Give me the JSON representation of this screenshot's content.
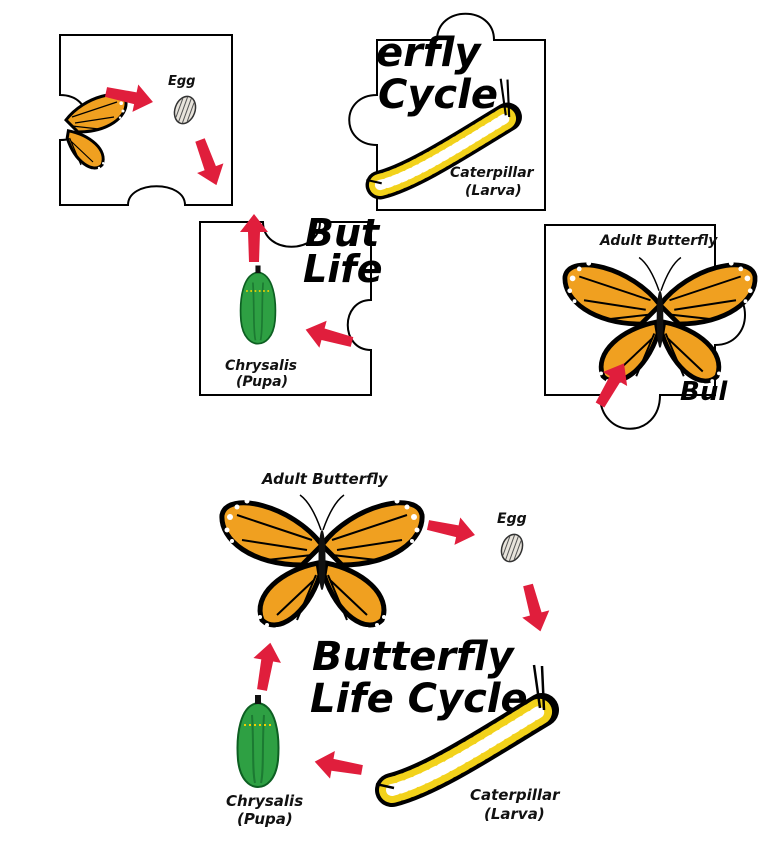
{
  "labels": {
    "adult": "Adult Butterfly",
    "egg": "Egg",
    "caterpillar_1": "Caterpillar",
    "caterpillar_2": "(Larva)",
    "chrysalis_1": "Chrysalis",
    "chrysalis_2": "(Pupa)",
    "title_1": "Butterfly",
    "title_2": "Life Cycle"
  },
  "pieces": {
    "top_left": {
      "egg": "Egg"
    },
    "top_right": {
      "title_frag_1": "erfly",
      "title_frag_2": "Cycle",
      "cap_1": "Caterpillar",
      "cap_2": "(Larva)"
    },
    "middle": {
      "title_frag_1": "But",
      "title_frag_2": "Life",
      "cap_1": "Chrysalis",
      "cap_2": "(Pupa)"
    },
    "right": {
      "cap": "Adult Butterfly"
    }
  },
  "colors": {
    "arrow": "#e01e3c",
    "wing": "#f0a020",
    "chrysalis": "#2ea043",
    "caterpillar_stripe": "#f2d21b"
  }
}
